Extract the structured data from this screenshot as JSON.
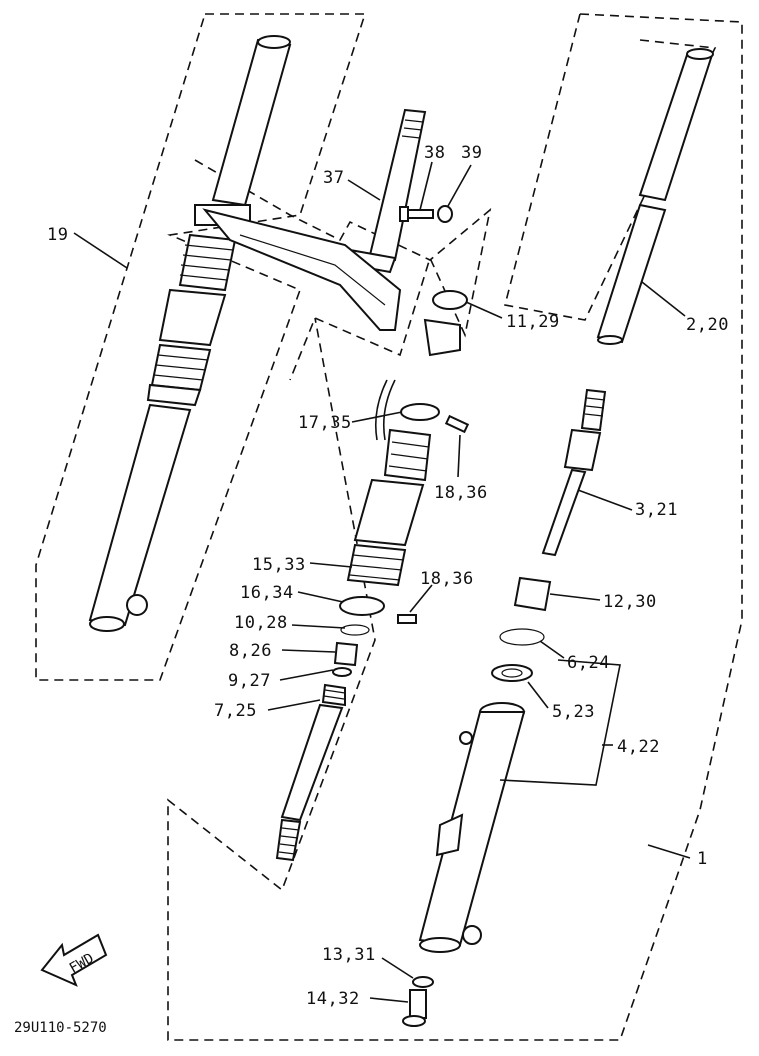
{
  "diagram": {
    "drawing_code": "29U110-5270",
    "fwd_label": "FWD",
    "callouts": {
      "c1": "1",
      "c2": "2,20",
      "c3": "3,21",
      "c4": "4,22",
      "c5": "5,23",
      "c6": "6,24",
      "c7": "7,25",
      "c8": "8,26",
      "c9": "9,27",
      "c10": "10,28",
      "c11": "11,29",
      "c12": "12,30",
      "c13": "13,31",
      "c14": "14,32",
      "c15": "15,33",
      "c16": "16,34",
      "c17": "17,35",
      "c18a": "18,36",
      "c18b": "18,36",
      "c19": "19",
      "c37": "37",
      "c38": "38",
      "c39": "39"
    }
  }
}
